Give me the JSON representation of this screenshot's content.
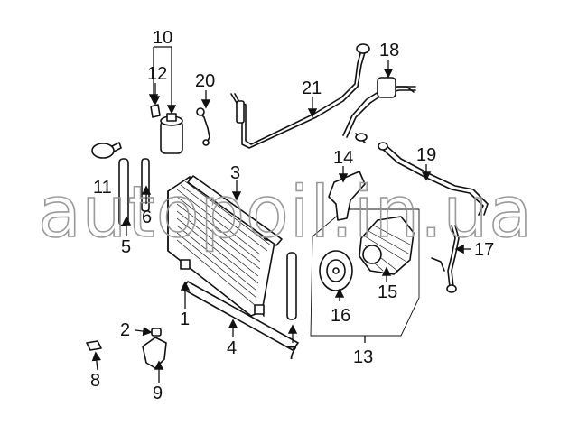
{
  "watermark": "autopoil.in.ua",
  "callouts": [
    {
      "id": "c1",
      "label": "1"
    },
    {
      "id": "c2",
      "label": "2"
    },
    {
      "id": "c3",
      "label": "3"
    },
    {
      "id": "c4",
      "label": "4"
    },
    {
      "id": "c5",
      "label": "5"
    },
    {
      "id": "c6",
      "label": "6"
    },
    {
      "id": "c7",
      "label": "7"
    },
    {
      "id": "c8",
      "label": "8"
    },
    {
      "id": "c9",
      "label": "9"
    },
    {
      "id": "c10",
      "label": "10"
    },
    {
      "id": "c11",
      "label": "11"
    },
    {
      "id": "c12",
      "label": "12"
    },
    {
      "id": "c13",
      "label": "13"
    },
    {
      "id": "c14",
      "label": "14"
    },
    {
      "id": "c15",
      "label": "15"
    },
    {
      "id": "c16",
      "label": "16"
    },
    {
      "id": "c17",
      "label": "17"
    },
    {
      "id": "c18",
      "label": "18"
    },
    {
      "id": "c19",
      "label": "19"
    },
    {
      "id": "c20",
      "label": "20"
    },
    {
      "id": "c21",
      "label": "21"
    }
  ]
}
